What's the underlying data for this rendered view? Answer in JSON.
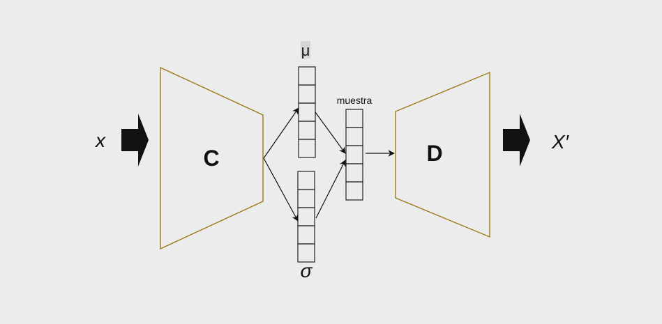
{
  "labels": {
    "input": "x",
    "output": "X′",
    "encoder": "C",
    "decoder": "D",
    "mu": "μ",
    "sigma": "σ",
    "sample": "muestra"
  },
  "colors": {
    "background": "#ececec",
    "trapezoid_stroke": "#9a7a1a",
    "mu_highlight": "#d6d6d6",
    "ink": "#111111"
  },
  "icons": {
    "input_arrow": "thick-right-arrow-icon",
    "output_arrow": "thick-right-arrow-icon",
    "connector_arrow": "thin-arrow-icon"
  }
}
